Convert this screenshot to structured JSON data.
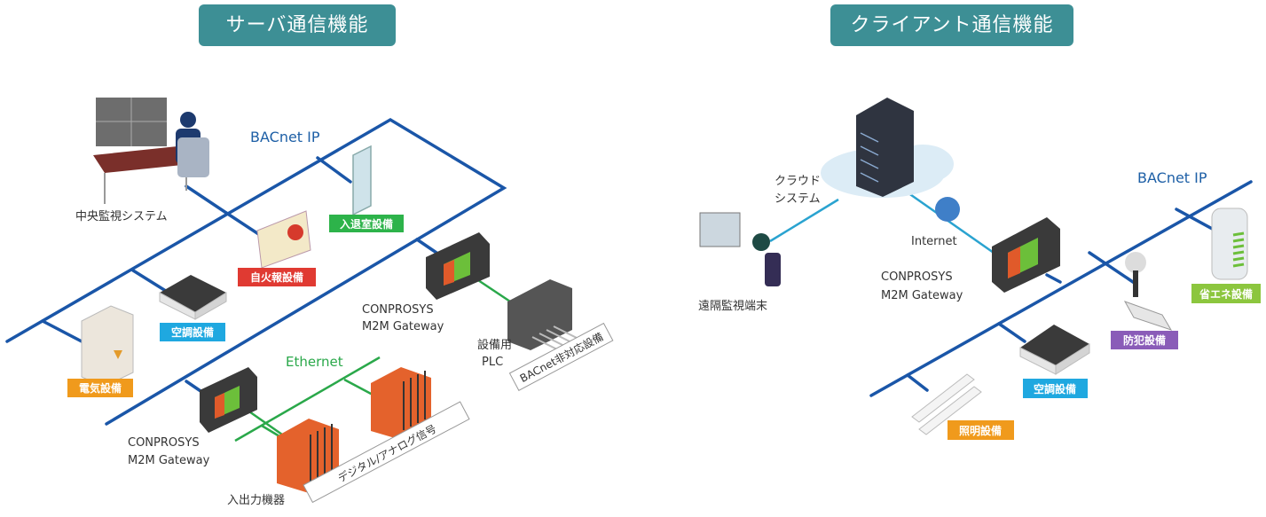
{
  "titles": {
    "server": "サーバ通信機能",
    "client": "クライアント通信機能"
  },
  "colors": {
    "title_bg": "#3d8f95",
    "bacnet_line": "#1a56a8",
    "ethernet_line": "#2aa84a",
    "cloud_line": "#2aa3d0"
  },
  "server": {
    "network_label": "BACnet IP",
    "ethernet_label": "Ethernet",
    "central_monitoring": "中央監視システム",
    "gateway1": {
      "line1": "CONPROSYS",
      "line2": "M2M Gateway"
    },
    "gateway2": {
      "line1": "CONPROSYS",
      "line2": "M2M Gateway"
    },
    "plc": {
      "line1": "設備用",
      "line2": "PLC"
    },
    "io_devices": "入出力機器",
    "non_bacnet_box": "BACnet非対応設備",
    "signal_box": "デジタル/アナログ信号",
    "tags": [
      {
        "label": "入退室設備",
        "color": "#2db34a"
      },
      {
        "label": "自火報設備",
        "color": "#e03a32"
      },
      {
        "label": "空調設備",
        "color": "#1fa8e0"
      },
      {
        "label": "電気設備",
        "color": "#f09a1c"
      }
    ]
  },
  "client": {
    "network_label": "BACnet IP",
    "cloud": {
      "line1": "クラウド",
      "line2": "システム"
    },
    "internet": "Internet",
    "remote_terminal": "遠隔監視端末",
    "gateway": {
      "line1": "CONPROSYS",
      "line2": "M2M Gateway"
    },
    "tags": [
      {
        "label": "省エネ設備",
        "color": "#8cc63e"
      },
      {
        "label": "防犯設備",
        "color": "#8a5cb8"
      },
      {
        "label": "空調設備",
        "color": "#1fa8e0"
      },
      {
        "label": "照明設備",
        "color": "#f09a1c"
      }
    ]
  }
}
